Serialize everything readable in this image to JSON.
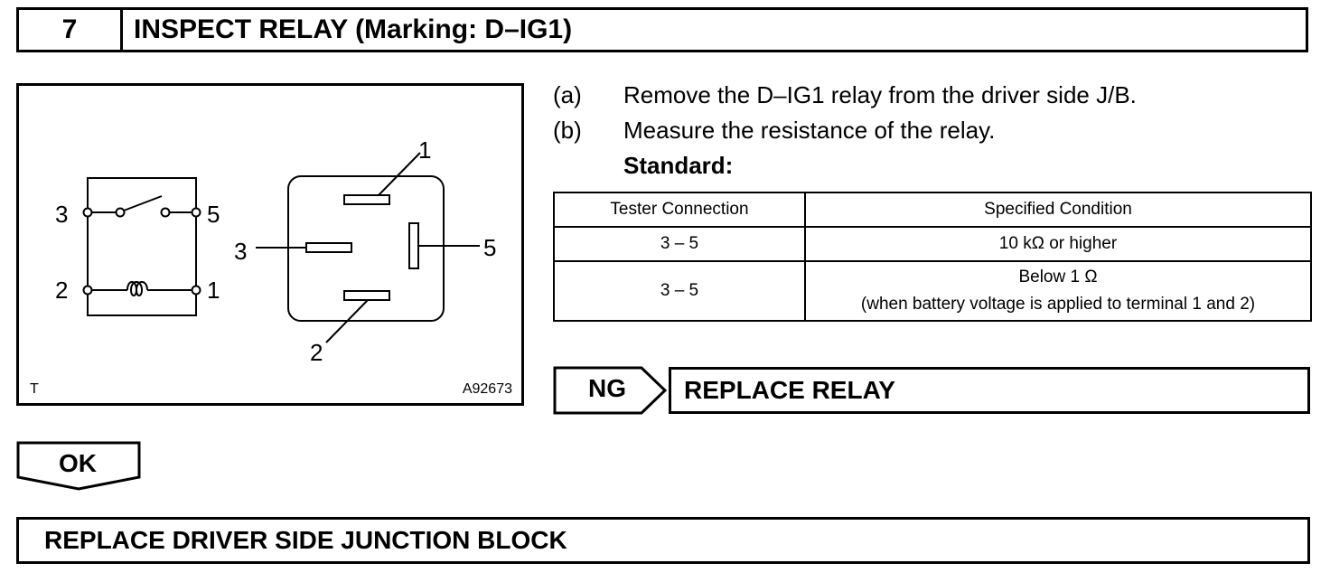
{
  "step": {
    "number": "7",
    "title": "INSPECT RELAY (Marking: D–IG1)"
  },
  "figure": {
    "terminals_schematic": [
      "3",
      "5",
      "2",
      "1"
    ],
    "terminals_connector": [
      "1",
      "3",
      "5",
      "2"
    ],
    "corner_left": "T",
    "corner_right": "A92673"
  },
  "instructions": [
    {
      "marker": "(a)",
      "text": "Remove the D–IG1 relay from the driver side J/B."
    },
    {
      "marker": "(b)",
      "text": "Measure the resistance of the relay."
    }
  ],
  "standard_label": "Standard:",
  "spec_table": {
    "headers": [
      "Tester Connection",
      "Specified Condition"
    ],
    "rows": [
      {
        "connection": "3 – 5",
        "condition_line1": "10 kΩ or higher",
        "condition_line2": ""
      },
      {
        "connection": "3 – 5",
        "condition_line1": "Below 1 Ω",
        "condition_line2": "(when battery voltage is applied to terminal 1 and 2)"
      }
    ]
  },
  "ng": {
    "label": "NG",
    "action": "REPLACE RELAY"
  },
  "ok": {
    "label": "OK"
  },
  "final_action": "REPLACE DRIVER SIDE JUNCTION BLOCK"
}
